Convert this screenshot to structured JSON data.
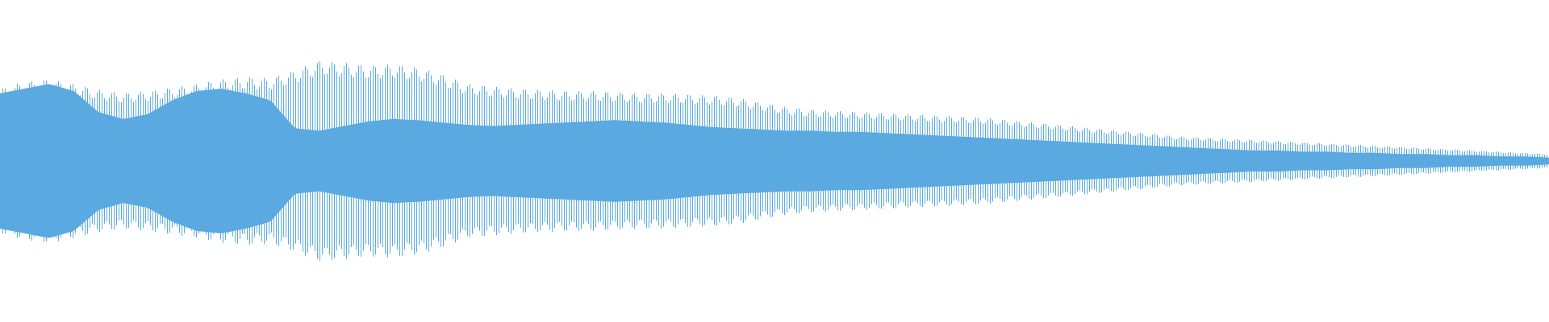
{
  "waveform": {
    "color": "#5aaae1",
    "background": "#ffffff",
    "decay_envelope": {
      "outer_amplitude": [
        0.62,
        0.68,
        0.7,
        0.66,
        0.61,
        0.58,
        0.6,
        0.63,
        0.66,
        0.7,
        0.72,
        0.71,
        0.78,
        0.86,
        0.84,
        0.82,
        0.83,
        0.8,
        0.74,
        0.66,
        0.64,
        0.62,
        0.61,
        0.6,
        0.6,
        0.59,
        0.58,
        0.58,
        0.57,
        0.56,
        0.54,
        0.5,
        0.46,
        0.44,
        0.43,
        0.42,
        0.41,
        0.4,
        0.39,
        0.38,
        0.37,
        0.35,
        0.33,
        0.31,
        0.29,
        0.27,
        0.25,
        0.23,
        0.21,
        0.2,
        0.19,
        0.18,
        0.17,
        0.16,
        0.15,
        0.14,
        0.13,
        0.12,
        0.11,
        0.1,
        0.09,
        0.08,
        0.07,
        0.06
      ],
      "inner_amplitude": [
        0.58,
        0.62,
        0.66,
        0.6,
        0.42,
        0.36,
        0.4,
        0.52,
        0.6,
        0.62,
        0.58,
        0.52,
        0.28,
        0.26,
        0.3,
        0.34,
        0.36,
        0.35,
        0.33,
        0.31,
        0.3,
        0.31,
        0.32,
        0.33,
        0.34,
        0.35,
        0.34,
        0.33,
        0.31,
        0.29,
        0.28,
        0.27,
        0.26,
        0.26,
        0.25,
        0.25,
        0.24,
        0.23,
        0.22,
        0.21,
        0.2,
        0.19,
        0.18,
        0.17,
        0.16,
        0.15,
        0.14,
        0.13,
        0.12,
        0.11,
        0.1,
        0.09,
        0.09,
        0.08,
        0.08,
        0.07,
        0.07,
        0.06,
        0.06,
        0.05,
        0.05,
        0.04,
        0.04,
        0.03
      ]
    }
  }
}
